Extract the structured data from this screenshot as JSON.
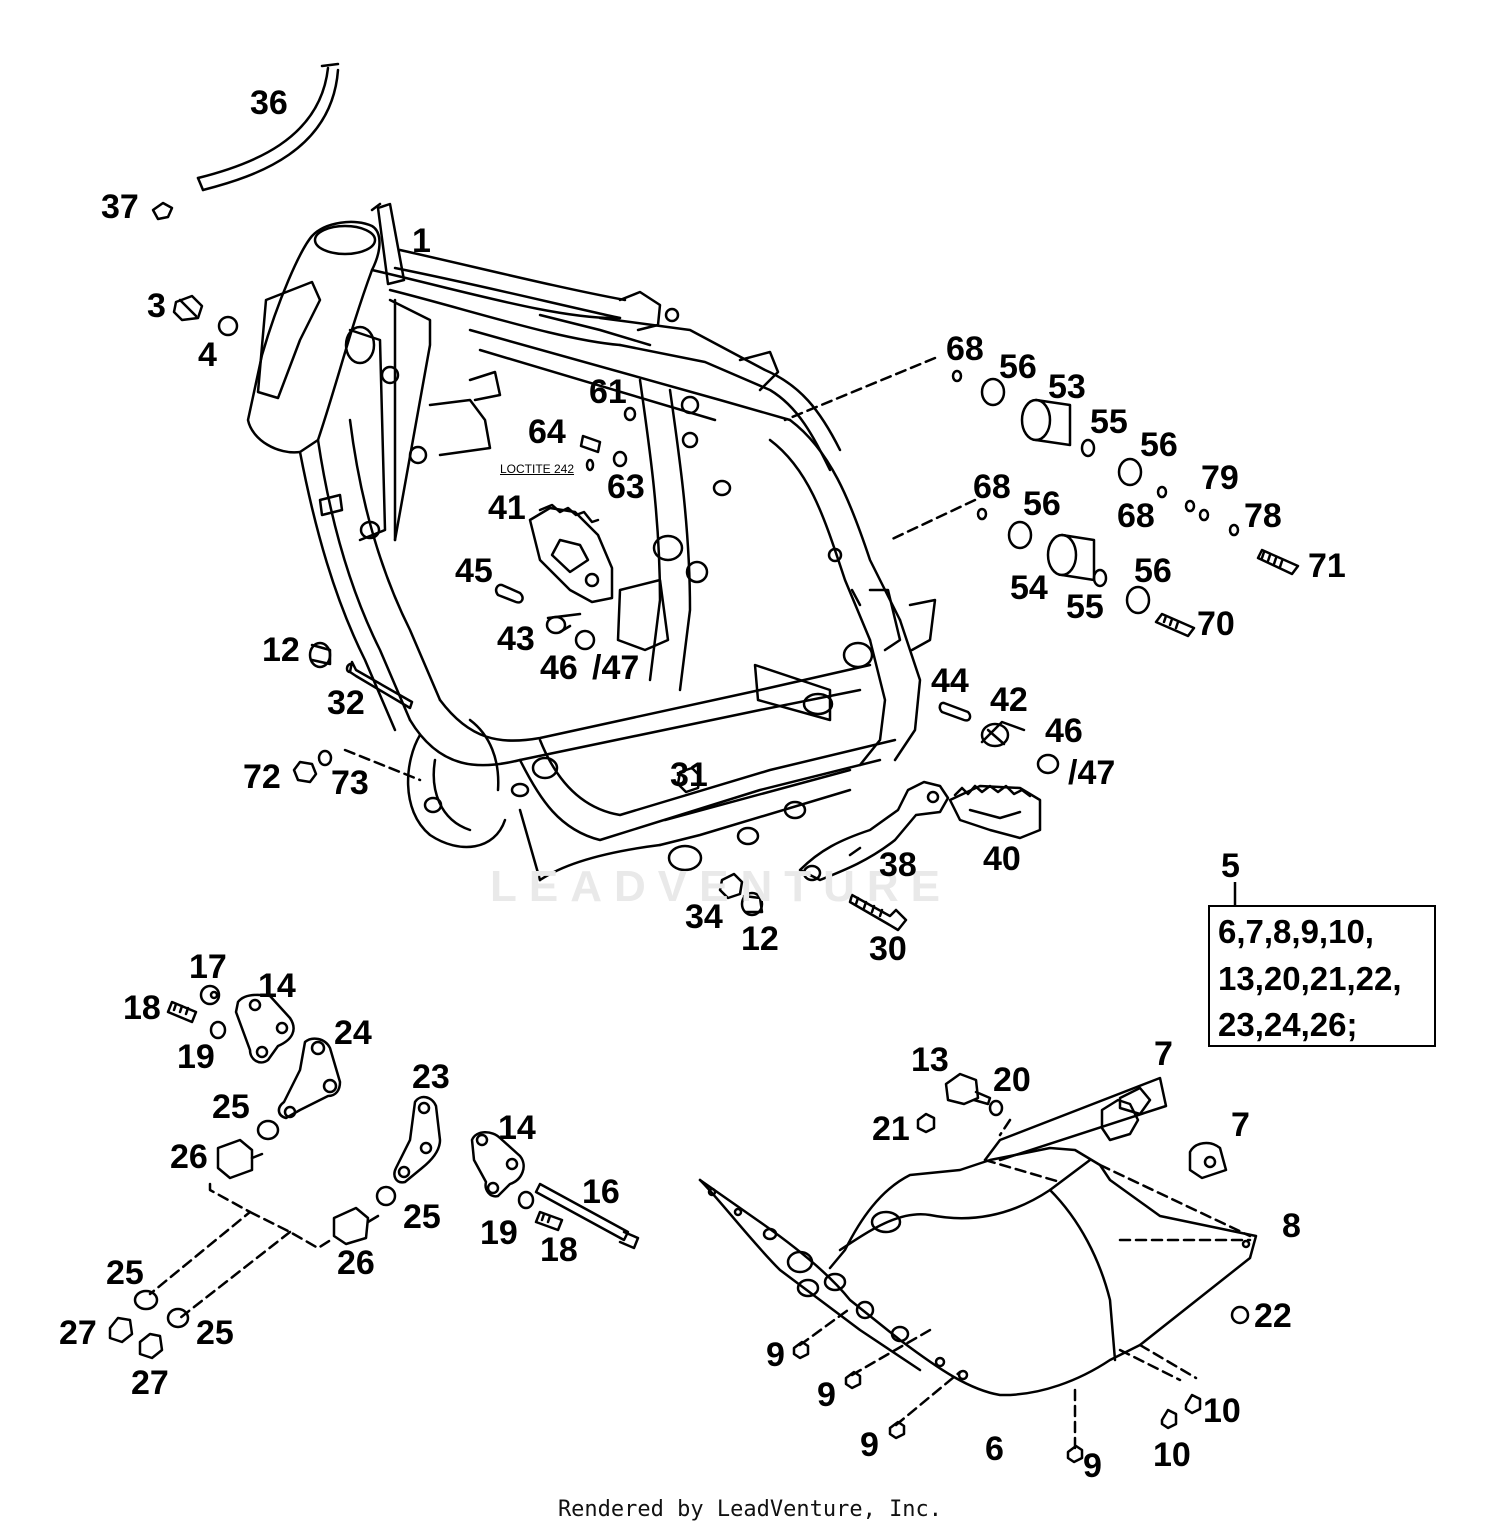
{
  "part_labels": {
    "p1": "1",
    "p3": "3",
    "p4": "4",
    "p36": "36",
    "p37": "37",
    "p61": "61",
    "p64": "64",
    "p63": "63",
    "p41": "41",
    "p45": "45",
    "p43": "43",
    "p46a": "46",
    "p47a": "/47",
    "p12a": "12",
    "p32": "32",
    "p72": "72",
    "p73": "73",
    "p31": "31",
    "p34": "34",
    "p12b": "12",
    "p30": "30",
    "p38": "38",
    "p40": "40",
    "p44": "44",
    "p42": "42",
    "p46b": "46",
    "p47b": "/47",
    "p68a": "68",
    "p56a": "56",
    "p53": "53",
    "p55a": "55",
    "p56b": "56",
    "p68b": "68",
    "p56c": "56",
    "p68c": "68",
    "p79": "79",
    "p78": "78",
    "p71": "71",
    "p54": "54",
    "p55b": "55",
    "p56d": "56",
    "p70": "70",
    "p5": "5",
    "p17": "17",
    "p14a": "14",
    "p18a": "18",
    "p19a": "19",
    "p24": "24",
    "p25a": "25",
    "p26a": "26",
    "p23": "23",
    "p14b": "14",
    "p25b": "25",
    "p16": "16",
    "p19b": "19",
    "p18b": "18",
    "p26b": "26",
    "p25c": "25",
    "p27a": "27",
    "p25d": "25",
    "p27b": "27",
    "p13": "13",
    "p20": "20",
    "p7a": "7",
    "p7b": "7",
    "p21": "21",
    "p8": "8",
    "p22": "22",
    "p9a": "9",
    "p9b": "9",
    "p9c": "9",
    "p9d": "9",
    "p6": "6",
    "p10a": "10",
    "p10b": "10"
  },
  "loctite_note": "LOCTITE 242",
  "kit_contents": [
    "6,7,8,9,10,",
    "13,20,21,22,",
    "23,24,26;"
  ],
  "watermark": "LEADVENTURE",
  "footer_text": "Rendered by LeadVenture, Inc."
}
